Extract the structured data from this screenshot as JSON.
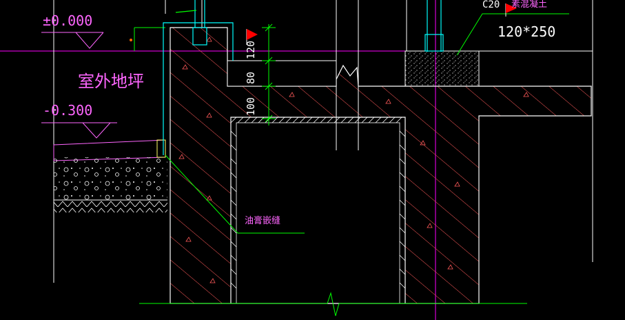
{
  "drawing": {
    "elevation_top": "±0.000",
    "elevation_bottom": "-0.300",
    "outdoor_ground": "室外地坪",
    "joint_note": "油膏嵌缝",
    "concrete_grade": "C20",
    "concrete_note": "素混凝土",
    "beam_size": "120*250",
    "dim_upper": "120",
    "dim_middle": "80",
    "dim_lower": "100"
  },
  "colors": {
    "background": "#000000",
    "wall_outline": "#ffffff",
    "hatch": "#ff5a5a",
    "annotation": "#ff66ff",
    "leader": "#00ff00",
    "dimension": "#00ff00",
    "grid": "#ff00ff",
    "flag": "#ff0000",
    "pipe": "#00ffff"
  }
}
